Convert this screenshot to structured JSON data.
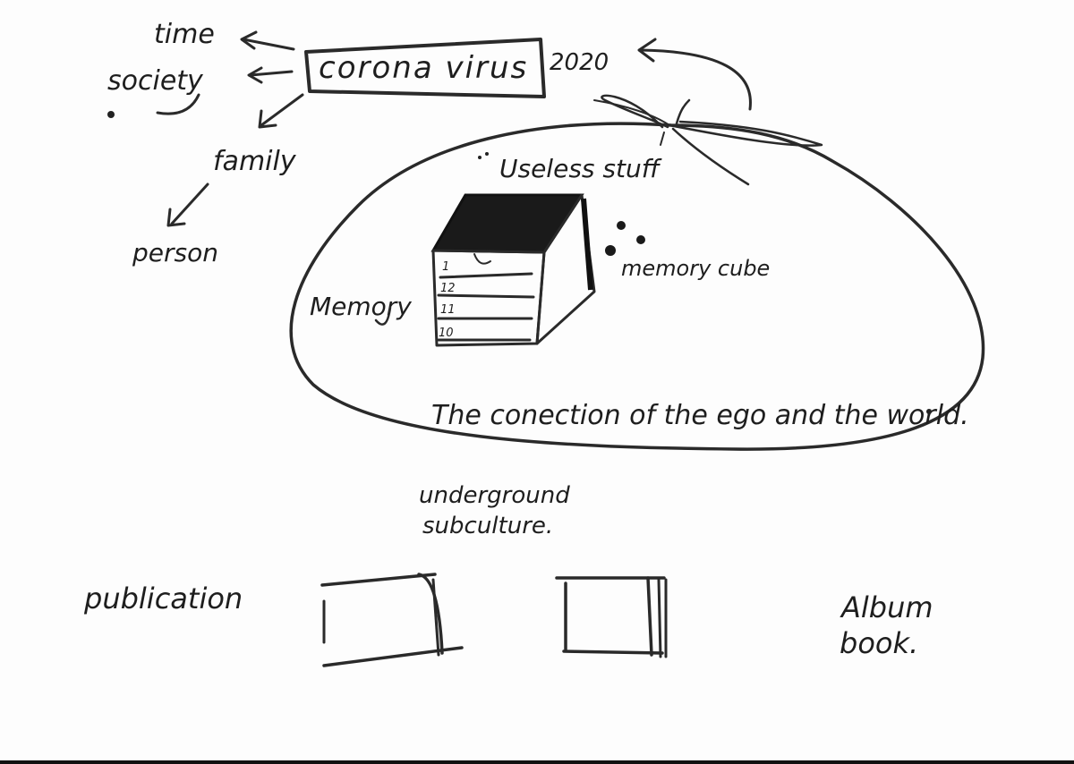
{
  "top_frame": {
    "title": "corona virus",
    "year": "2020"
  },
  "branches": {
    "time": "time",
    "society": "society",
    "family": "family",
    "person": "person"
  },
  "bubble": {
    "useless": "Useless stuff",
    "memory": "Memory",
    "memory_cube": "memory cube",
    "connection": "The conection of the ego and the world."
  },
  "cube": {
    "rows": [
      "1",
      "12",
      "11",
      "10"
    ]
  },
  "bottom": {
    "underground_line1": "underground",
    "underground_line2": "subculture.",
    "publication": "publication",
    "album_line1": "Album",
    "album_line2": "book."
  }
}
